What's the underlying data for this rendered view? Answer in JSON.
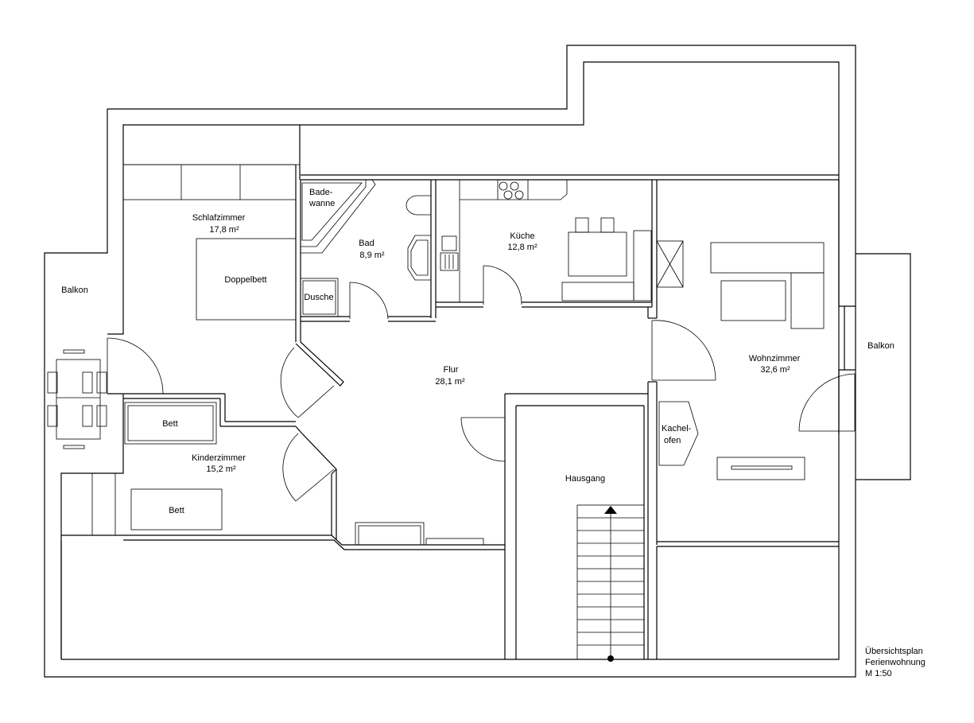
{
  "rooms": {
    "schlafzimmer": {
      "name": "Schlafzimmer",
      "area": "17,8 m²"
    },
    "bad": {
      "name": "Bad",
      "area": "8,9 m²"
    },
    "kueche": {
      "name": "Küche",
      "area": "12,8 m²"
    },
    "flur": {
      "name": "Flur",
      "area": "28,1 m²"
    },
    "wohnzimmer": {
      "name": "Wohnzimmer",
      "area": "32,6 m²"
    },
    "kinderzimmer": {
      "name": "Kinderzimmer",
      "area": "15,2 m²"
    },
    "hausgang": {
      "name": "Hausgang"
    },
    "balkon_left": {
      "name": "Balkon"
    },
    "balkon_right": {
      "name": "Balkon"
    }
  },
  "furniture": {
    "doppelbett": "Doppelbett",
    "bett1": "Bett",
    "bett2": "Bett",
    "badewanne": [
      "Bade-",
      "wanne"
    ],
    "dusche": "Dusche",
    "kachelofen": [
      "Kachel-",
      "ofen"
    ]
  },
  "legend": {
    "line1": "Übersichtsplan",
    "line2": "Ferienwohnung",
    "line3": "M 1:50"
  }
}
